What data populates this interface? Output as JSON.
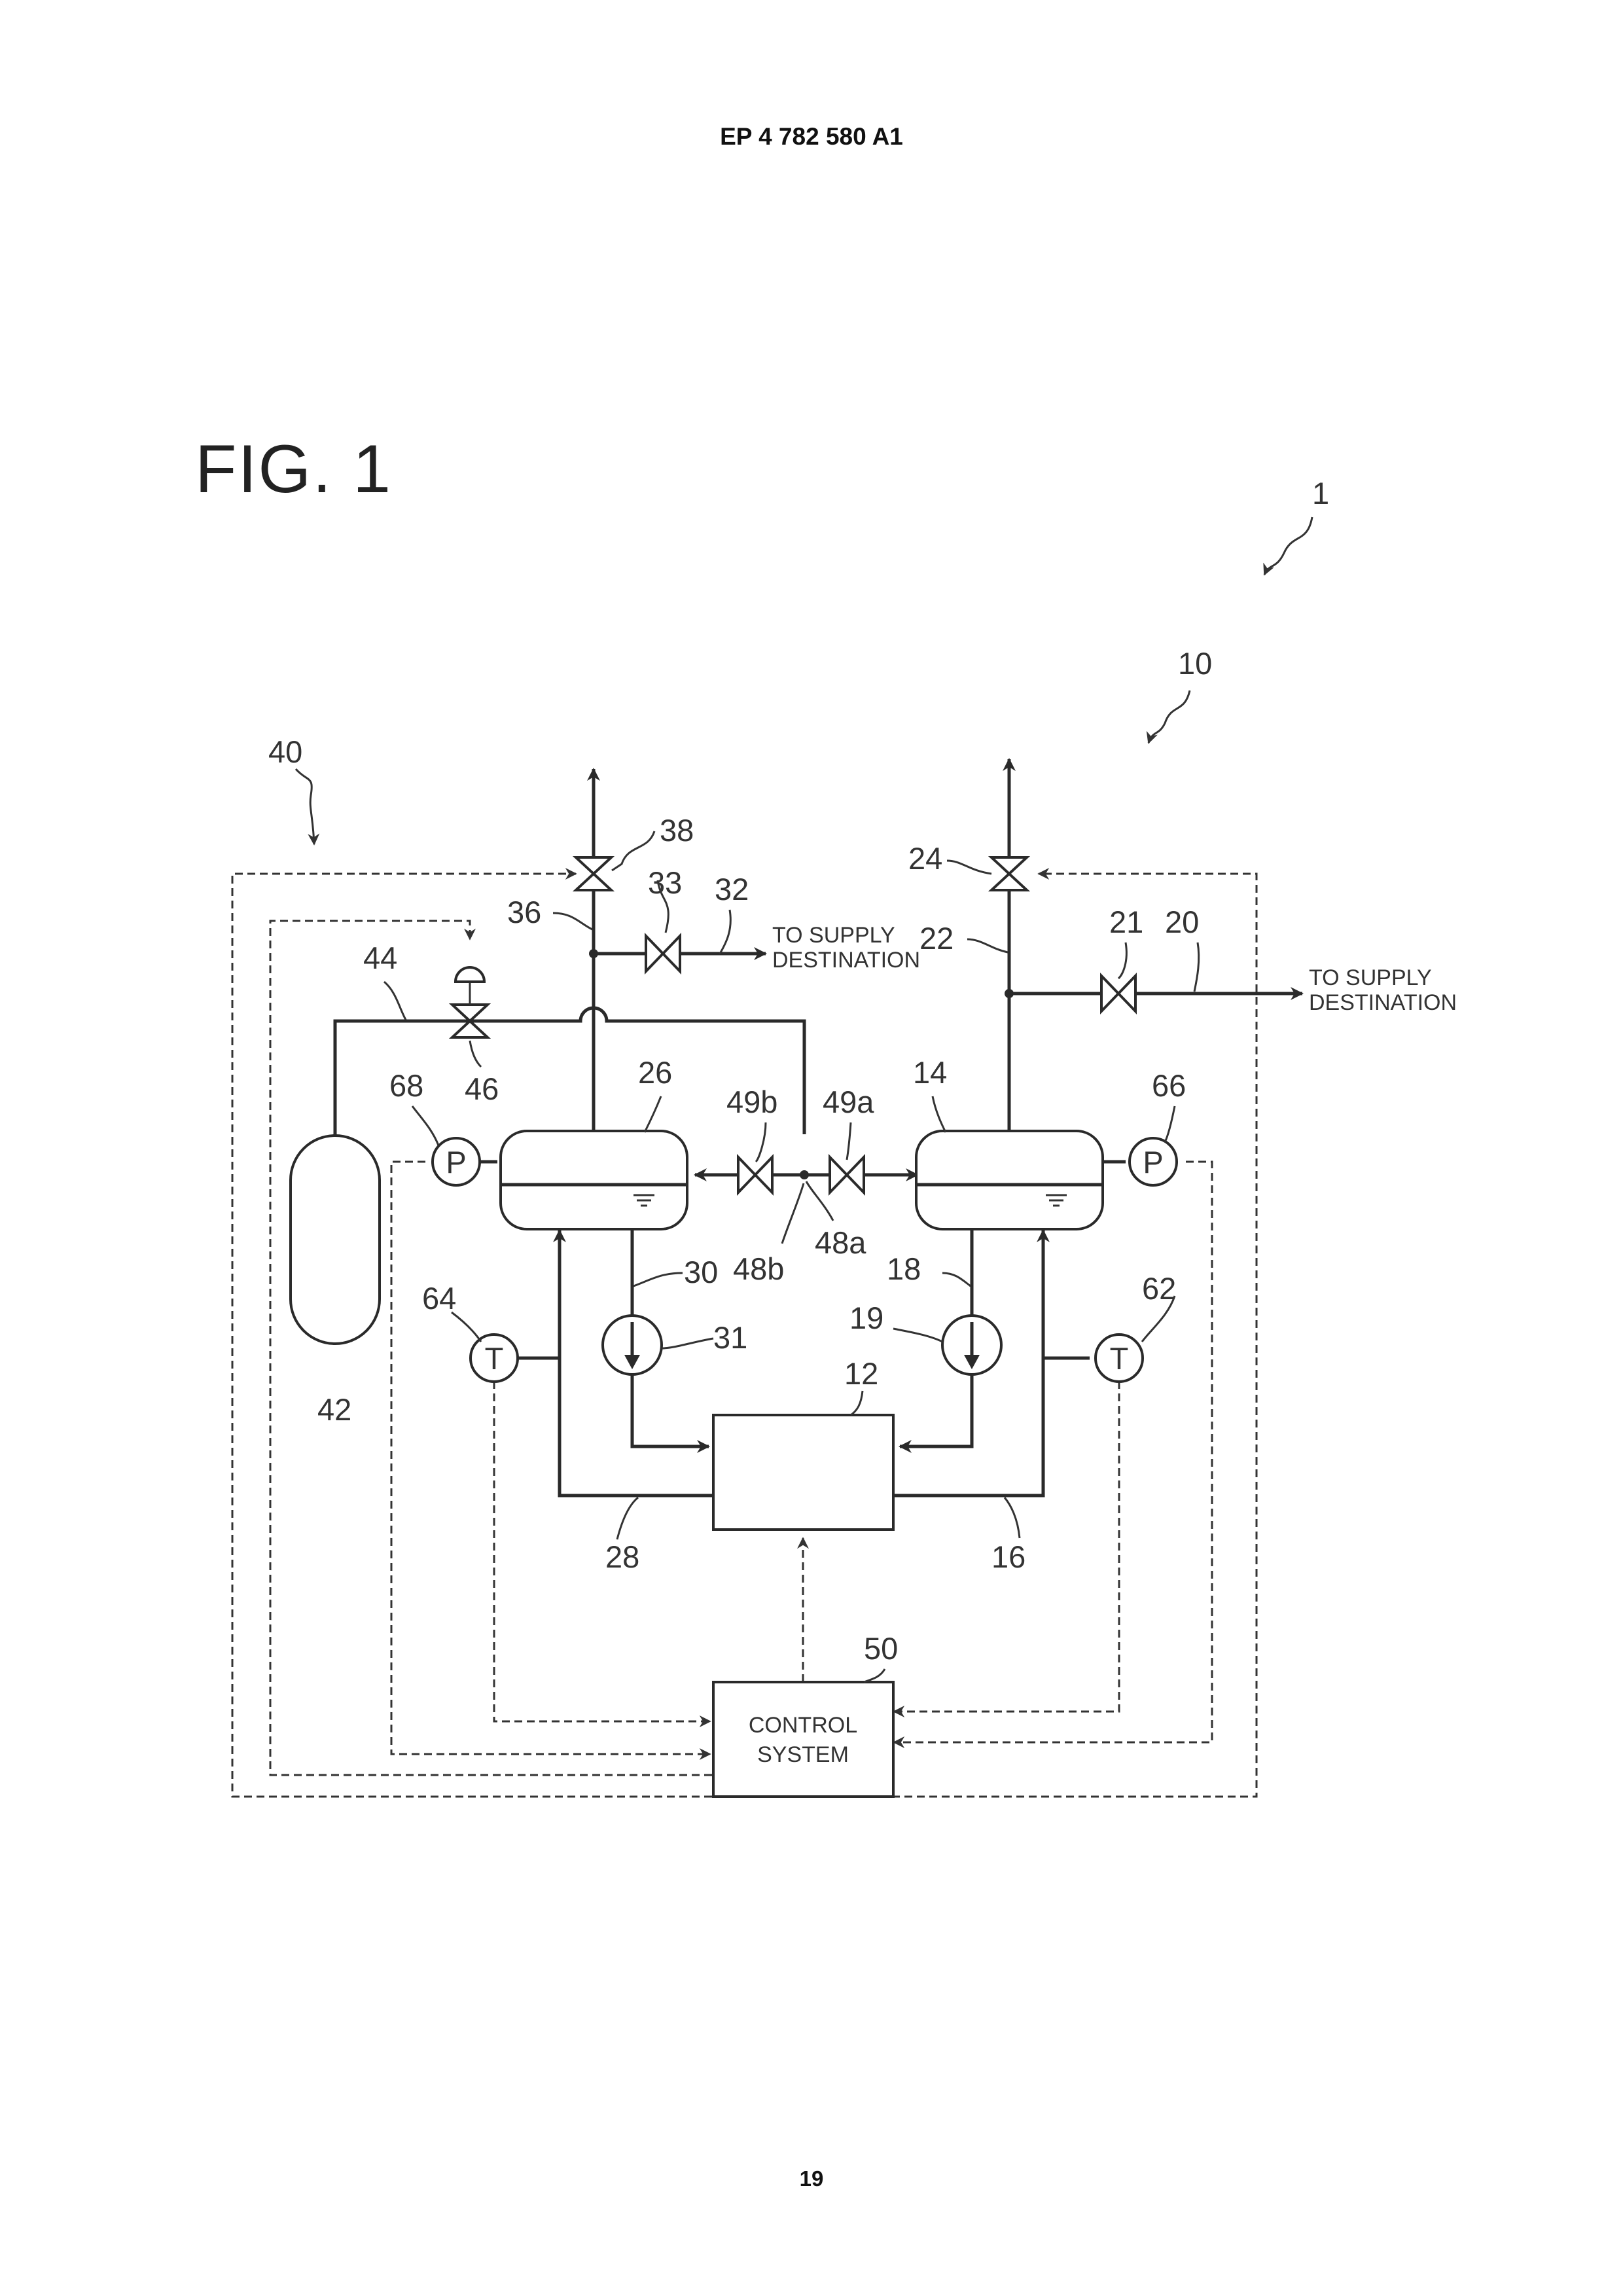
{
  "header": {
    "publication": "EP 4 782 580 A1"
  },
  "figure": {
    "title": "FIG. 1"
  },
  "page": {
    "number": "19"
  },
  "diagram": {
    "refs": {
      "system": "1",
      "subsystem": "10",
      "storage_system": "40",
      "controller_box": "12",
      "tank_right": "14",
      "line_16": "16",
      "line_18": "18",
      "pump_right": "19",
      "line_20": "20",
      "valve_21": "21",
      "line_22": "22",
      "valve_24": "24",
      "tank_left": "26",
      "line_28": "28",
      "line_30": "30",
      "pump_left": "31",
      "line_32": "32",
      "valve_33": "33",
      "line_36": "36",
      "valve_38": "38",
      "vessel": "42",
      "line_44": "44",
      "valve_46": "46",
      "branch_48a": "48a",
      "branch_48b": "48b",
      "valve_49a": "49a",
      "valve_49b": "49b",
      "control_ref": "50",
      "temp_right": "62",
      "temp_left": "64",
      "press_right": "66",
      "press_left": "68"
    },
    "supply_left": {
      "line1": "TO SUPPLY",
      "line2": "DESTINATION"
    },
    "supply_right": {
      "line1": "TO SUPPLY",
      "line2": "DESTINATION"
    },
    "control_system": {
      "line1": "CONTROL",
      "line2": "SYSTEM"
    },
    "sensor_symbols": {
      "pressure": "P",
      "temperature": "T"
    }
  }
}
